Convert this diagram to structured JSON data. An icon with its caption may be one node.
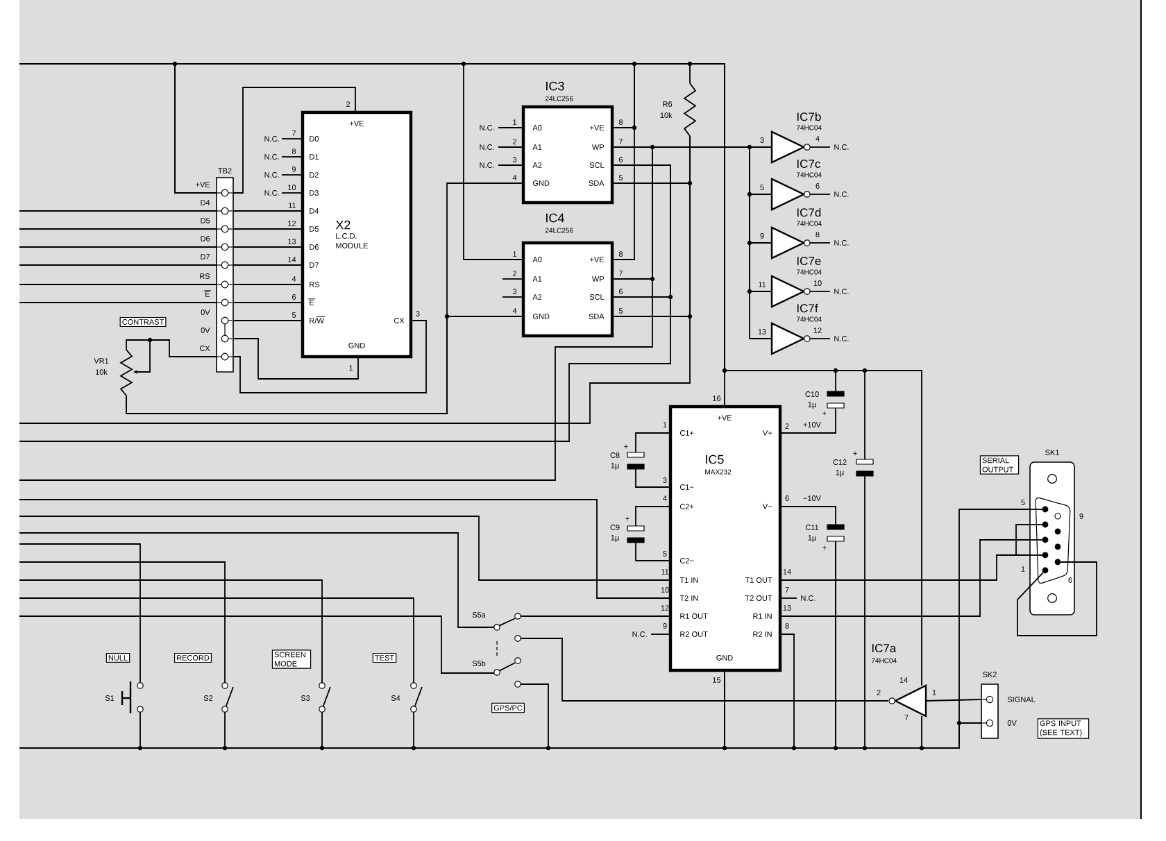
{
  "diagram": {
    "nodes": [
      {
        "text": [
          "TB2"
        ],
        "beside": [
          "+VE",
          "D4",
          "D5",
          "D6",
          "D7",
          "RS",
          "E",
          "0V",
          "0V",
          "CX"
        ]
      },
      {
        "text": [
          "X2",
          "L.C.D.",
          "MODULE",
          "+VE",
          "D0",
          "D1",
          "D2",
          "D3",
          "D4",
          "D5",
          "D6",
          "D7",
          "RS",
          "E",
          "R/W",
          "CX",
          "GND"
        ],
        "beside": [
          "N.C.",
          "7",
          "N.C.",
          "8",
          "N.C.",
          "9",
          "N.C.",
          "10",
          "11",
          "12",
          "13",
          "14",
          "4",
          "6",
          "5",
          "2",
          "3",
          "1"
        ]
      },
      {
        "text": [
          "CONTRAST"
        ]
      },
      {
        "text": [],
        "shape": "resistor",
        "beside": [
          "VR1",
          "10k"
        ]
      },
      {
        "text": [
          "IC3",
          "24LC256",
          "A0",
          "A1",
          "A2",
          "GND",
          "+VE",
          "WP",
          "SCL",
          "SDA"
        ],
        "beside": [
          "N.C.",
          "1",
          "N.C.",
          "2",
          "N.C.",
          "3",
          "4",
          "8",
          "7",
          "6",
          "5"
        ]
      },
      {
        "text": [
          "IC4",
          "24LC256",
          "A0",
          "A1",
          "A2",
          "GND",
          "+VE",
          "WP",
          "SCL",
          "SDA"
        ],
        "beside": [
          "1",
          "2",
          "3",
          "4",
          "8",
          "7",
          "6",
          "5"
        ]
      },
      {
        "text": [
          "R6",
          "10k"
        ]
      },
      {
        "text": [],
        "shape": "triangle",
        "beside": [
          "IC7b",
          "74HC04",
          "3",
          "4",
          "N.C."
        ]
      },
      {
        "text": [],
        "shape": "triangle",
        "beside": [
          "IC7c",
          "74HC04",
          "5",
          "6",
          "N.C."
        ]
      },
      {
        "text": [],
        "shape": "triangle",
        "beside": [
          "IC7d",
          "74HC04",
          "9",
          "8",
          "N.C."
        ]
      },
      {
        "text": [],
        "shape": "triangle",
        "beside": [
          "IC7e",
          "74HC04",
          "11",
          "10",
          "N.C."
        ]
      },
      {
        "text": [],
        "shape": "triangle",
        "beside": [
          "IC7f",
          "74HC04",
          "13",
          "12",
          "N.C."
        ]
      },
      {
        "text": [],
        "shape": "capacitor",
        "beside": [
          "C10",
          "1µ",
          "+"
        ]
      },
      {
        "text": [
          "+VE",
          "C1+",
          "V+",
          "IC5",
          "MAX232",
          "C1−",
          "C2+",
          "V−",
          "C2−",
          "T1 IN",
          "T1 OUT",
          "T2 IN",
          "T2 OUT",
          "R1 OUT",
          "R1 IN",
          "R2 OUT",
          "R2 IN",
          "GND"
        ],
        "beside": [
          "16",
          "1",
          "2",
          "3",
          "4",
          "6",
          "5",
          "11",
          "14",
          "10",
          "7",
          "N.C.",
          "12",
          "13",
          "N.C.",
          "9",
          "8",
          "15"
        ]
      },
      {
        "text": [],
        "shape": "capacitor",
        "beside": [
          "+",
          "C8",
          "1µ"
        ]
      },
      {
        "text": [],
        "shape": "capacitor",
        "beside": [
          "+",
          "C12",
          "1µ"
        ]
      },
      {
        "text": [],
        "shape": "capacitor",
        "beside": [
          "+",
          "C9",
          "1µ"
        ]
      },
      {
        "text": [],
        "shape": "capacitor",
        "beside": [
          "C11",
          "1µ",
          "+"
        ]
      },
      {
        "text": [
          "SERIAL OUTPUT"
        ]
      },
      {
        "text": [
          "SK1",
          "5",
          "9",
          "1",
          "6"
        ]
      },
      {
        "text": [
          "NULL"
        ]
      },
      {
        "text": [
          "RECORD"
        ]
      },
      {
        "text": [
          "SCREEN MODE"
        ]
      },
      {
        "text": [
          "TEST"
        ]
      },
      {
        "text": [],
        "shape": "switch",
        "beside": [
          "S5a"
        ]
      },
      {
        "text": [],
        "shape": "switch",
        "beside": [
          "S5b"
        ]
      },
      {
        "text": [],
        "shape": "switch",
        "beside": [
          "S1"
        ]
      },
      {
        "text": [],
        "shape": "switch",
        "beside": [
          "S2"
        ]
      },
      {
        "text": [],
        "shape": "switch",
        "beside": [
          "S3"
        ]
      },
      {
        "text": [],
        "shape": "switch",
        "beside": [
          "S4"
        ]
      },
      {
        "text": [
          "GPS/PC"
        ]
      },
      {
        "text": [],
        "shape": "triangle",
        "beside": [
          "IC7a",
          "74HC04",
          "14",
          "2",
          "1",
          "7"
        ]
      },
      {
        "text": [
          "SK2"
        ],
        "beside": [
          "SIGNAL",
          "0V"
        ]
      },
      {
        "text": [
          "GPS INPUT (SEE TEXT)"
        ]
      }
    ],
    "edges": [
      {
        "from": 0,
        "to": 1,
        "arrow": "none"
      },
      {
        "from": 0,
        "to": 1,
        "arrow": "none"
      },
      {
        "from": 0,
        "to": 1,
        "arrow": "none"
      },
      {
        "from": 0,
        "to": 1,
        "arrow": "none"
      },
      {
        "from": 0,
        "to": 1,
        "arrow": "none"
      },
      {
        "from": 0,
        "to": 1,
        "arrow": "none"
      },
      {
        "from": 0,
        "to": 1,
        "arrow": "none"
      },
      {
        "from": 0,
        "to": 1,
        "arrow": "none"
      },
      {
        "from": 0,
        "to": 1,
        "arrow": "none"
      },
      {
        "from": 0,
        "to": 1,
        "arrow": "none"
      },
      {
        "from": null,
        "to": 0,
        "arrow": "none"
      },
      {
        "from": null,
        "to": 0,
        "arrow": "none"
      },
      {
        "from": null,
        "to": 0,
        "arrow": "none"
      },
      {
        "from": null,
        "to": 0,
        "arrow": "none"
      },
      {
        "from": null,
        "to": 0,
        "arrow": "none"
      },
      {
        "from": null,
        "to": 0,
        "arrow": "none"
      },
      {
        "from": 3,
        "to": 0,
        "arrow": "none"
      },
      {
        "from": 0,
        "to": 5,
        "arrow": "none"
      },
      {
        "from": 0,
        "to": 4,
        "arrow": "none"
      },
      {
        "from": 0,
        "to": 5,
        "arrow": "none"
      },
      {
        "from": 0,
        "to": 6,
        "arrow": "none"
      },
      {
        "from": 0,
        "to": 13,
        "arrow": "none"
      },
      {
        "from": 0,
        "to": 12,
        "arrow": "none"
      },
      {
        "from": 0,
        "to": 15,
        "arrow": "none"
      },
      {
        "from": 0,
        "to": 31,
        "arrow": "none"
      },
      {
        "from": 4,
        "to": 7,
        "arrow": "none"
      },
      {
        "from": 4,
        "to": 8,
        "arrow": "none"
      },
      {
        "from": 4,
        "to": 9,
        "arrow": "none"
      },
      {
        "from": 4,
        "to": 10,
        "arrow": "none"
      },
      {
        "from": 4,
        "to": 11,
        "arrow": "none"
      },
      {
        "from": 4,
        "to": 5,
        "arrow": "none"
      },
      {
        "from": 4,
        "to": null,
        "arrow": "none"
      },
      {
        "from": 4,
        "to": 5,
        "arrow": "none"
      },
      {
        "from": 4,
        "to": null,
        "arrow": "none"
      },
      {
        "from": 6,
        "to": 4,
        "arrow": "none"
      },
      {
        "from": 6,
        "to": 5,
        "arrow": "none"
      },
      {
        "from": 6,
        "to": null,
        "arrow": "none"
      },
      {
        "from": 3,
        "to": 4,
        "arrow": "none"
      },
      {
        "from": 3,
        "to": 5,
        "arrow": "none"
      },
      {
        "from": 12,
        "to": 13,
        "arrow": "none"
      },
      {
        "from": 14,
        "to": 13,
        "arrow": "none"
      },
      {
        "from": 14,
        "to": 13,
        "arrow": "none"
      },
      {
        "from": 16,
        "to": 13,
        "arrow": "none"
      },
      {
        "from": 16,
        "to": 13,
        "arrow": "none"
      },
      {
        "from": 13,
        "to": 17,
        "arrow": "none"
      },
      {
        "from": 13,
        "to": null,
        "arrow": "none"
      },
      {
        "from": 13,
        "to": null,
        "arrow": "none"
      },
      {
        "from": 13,
        "to": 24,
        "arrow": "none"
      },
      {
        "from": 13,
        "to": 19,
        "arrow": "none"
      },
      {
        "from": 13,
        "to": 19,
        "arrow": "none"
      },
      {
        "from": 24,
        "to": 25,
        "arrow": "none",
        "style": "dashed"
      },
      {
        "from": 24,
        "to": null,
        "arrow": "none"
      },
      {
        "from": 25,
        "to": null,
        "arrow": "none"
      },
      {
        "from": 24,
        "to": 31,
        "arrow": "none"
      },
      {
        "from": null,
        "to": 26,
        "arrow": "none"
      },
      {
        "from": null,
        "to": 27,
        "arrow": "none"
      },
      {
        "from": null,
        "to": 28,
        "arrow": "none"
      },
      {
        "from": null,
        "to": 29,
        "arrow": "none"
      },
      {
        "from": 13,
        "to": 26,
        "arrow": "none"
      },
      {
        "from": 13,
        "to": 27,
        "arrow": "none"
      },
      {
        "from": 13,
        "to": 28,
        "arrow": "none"
      },
      {
        "from": 13,
        "to": 29,
        "arrow": "none"
      },
      {
        "from": 13,
        "to": 25,
        "arrow": "none"
      },
      {
        "from": 13,
        "to": 17,
        "arrow": "none"
      },
      {
        "from": 13,
        "to": 15,
        "arrow": "none"
      },
      {
        "from": 13,
        "to": 31,
        "arrow": "none"
      },
      {
        "from": 13,
        "to": 19,
        "arrow": "none"
      },
      {
        "from": 13,
        "to": 32,
        "arrow": "none"
      },
      {
        "from": 13,
        "to": 17,
        "arrow": "none"
      },
      {
        "from": 32,
        "to": 31,
        "arrow": "none"
      },
      {
        "from": null,
        "to": 0,
        "arrow": "none"
      },
      {
        "from": null,
        "to": 13,
        "arrow": "none"
      }
    ],
    "labels": [
      "+10V",
      "−10V"
    ]
  }
}
